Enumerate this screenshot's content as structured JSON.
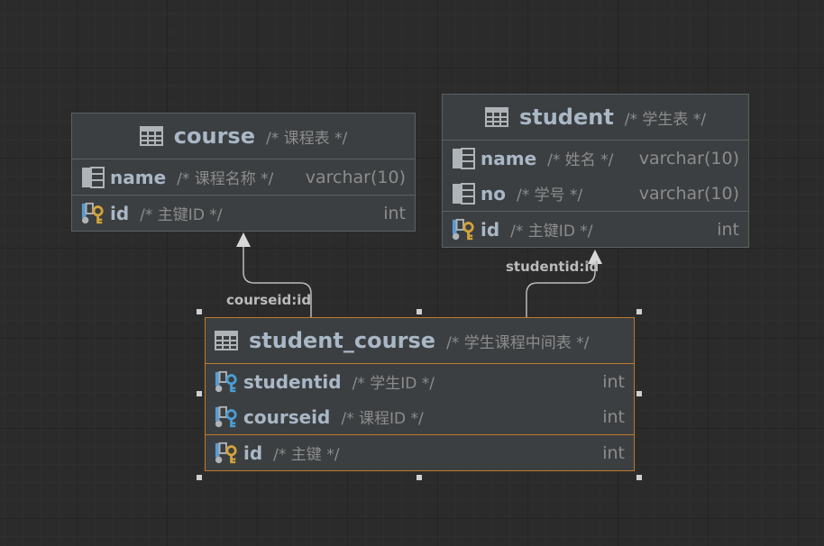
{
  "tables": {
    "course": {
      "name": "course",
      "comment": "/* 课程表 */",
      "columns": [
        {
          "name": "name",
          "comment": "/* 课程名称 */",
          "type": "varchar(10)"
        }
      ],
      "keys": [
        {
          "name": "id",
          "comment": "/* 主键ID */",
          "type": "int"
        }
      ]
    },
    "student": {
      "name": "student",
      "comment": "/* 学生表 */",
      "columns": [
        {
          "name": "name",
          "comment": "/* 姓名 */",
          "type": "varchar(10)"
        },
        {
          "name": "no",
          "comment": "/* 学号 */",
          "type": "varchar(10)"
        }
      ],
      "keys": [
        {
          "name": "id",
          "comment": "/* 主键ID */",
          "type": "int"
        }
      ]
    },
    "student_course": {
      "name": "student_course",
      "comment": "/* 学生课程中间表 */",
      "columns": [
        {
          "name": "studentid",
          "comment": "/* 学生ID */",
          "type": "int"
        },
        {
          "name": "courseid",
          "comment": "/* 课程ID */",
          "type": "int"
        }
      ],
      "keys": [
        {
          "name": "id",
          "comment": "/* 主键 */",
          "type": "int"
        }
      ]
    }
  },
  "relations": {
    "course_link": "courseid:id",
    "student_link": "studentid:id"
  },
  "colors": {
    "background": "#2b2b2b",
    "table_body": "#3c3f41",
    "selection_border": "#c07a2b",
    "name_text": "#a9b7c6",
    "key_gold": "#d4a43a",
    "fk_blue": "#4a9fd6"
  },
  "icons": {
    "table": "table-icon",
    "column": "column-icon",
    "primary_key": "primary-key-icon",
    "foreign_key": "foreign-key-icon"
  }
}
